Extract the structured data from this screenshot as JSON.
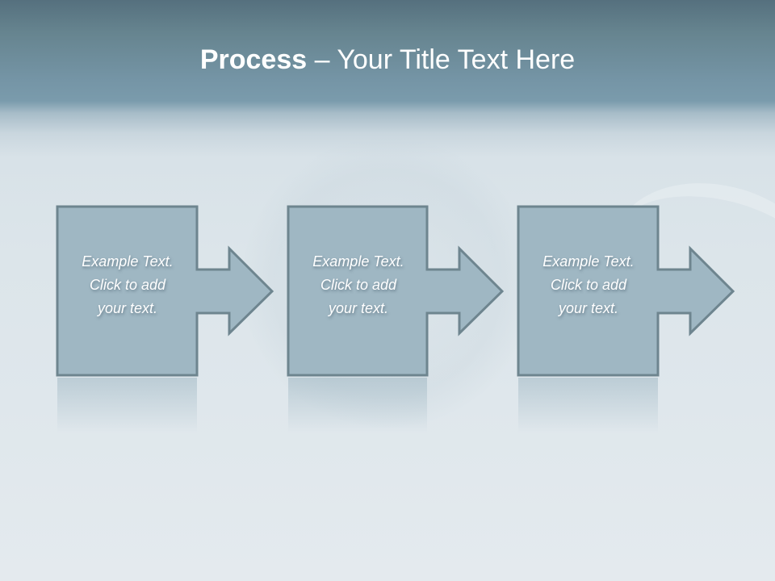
{
  "slide": {
    "title": {
      "strong": "Process",
      "rest": " – Your Title Text Here"
    },
    "colors": {
      "header_top": "#55707e",
      "header_bottom": "#7a9bac",
      "background": "#dce5ea",
      "shape_fill": "#9fb7c3",
      "shape_stroke": "#6e858f",
      "text": "#ffffff"
    },
    "steps": [
      {
        "line1": "Example Text.",
        "line2": "Click  to add",
        "line3": "your text.",
        "icon": "arrow-right-icon"
      },
      {
        "line1": "Example Text.",
        "line2": "Click  to add",
        "line3": "your text.",
        "icon": "arrow-right-icon"
      },
      {
        "line1": "Example Text.",
        "line2": "Click  to add",
        "line3": "your text.",
        "icon": "arrow-right-icon"
      }
    ]
  }
}
